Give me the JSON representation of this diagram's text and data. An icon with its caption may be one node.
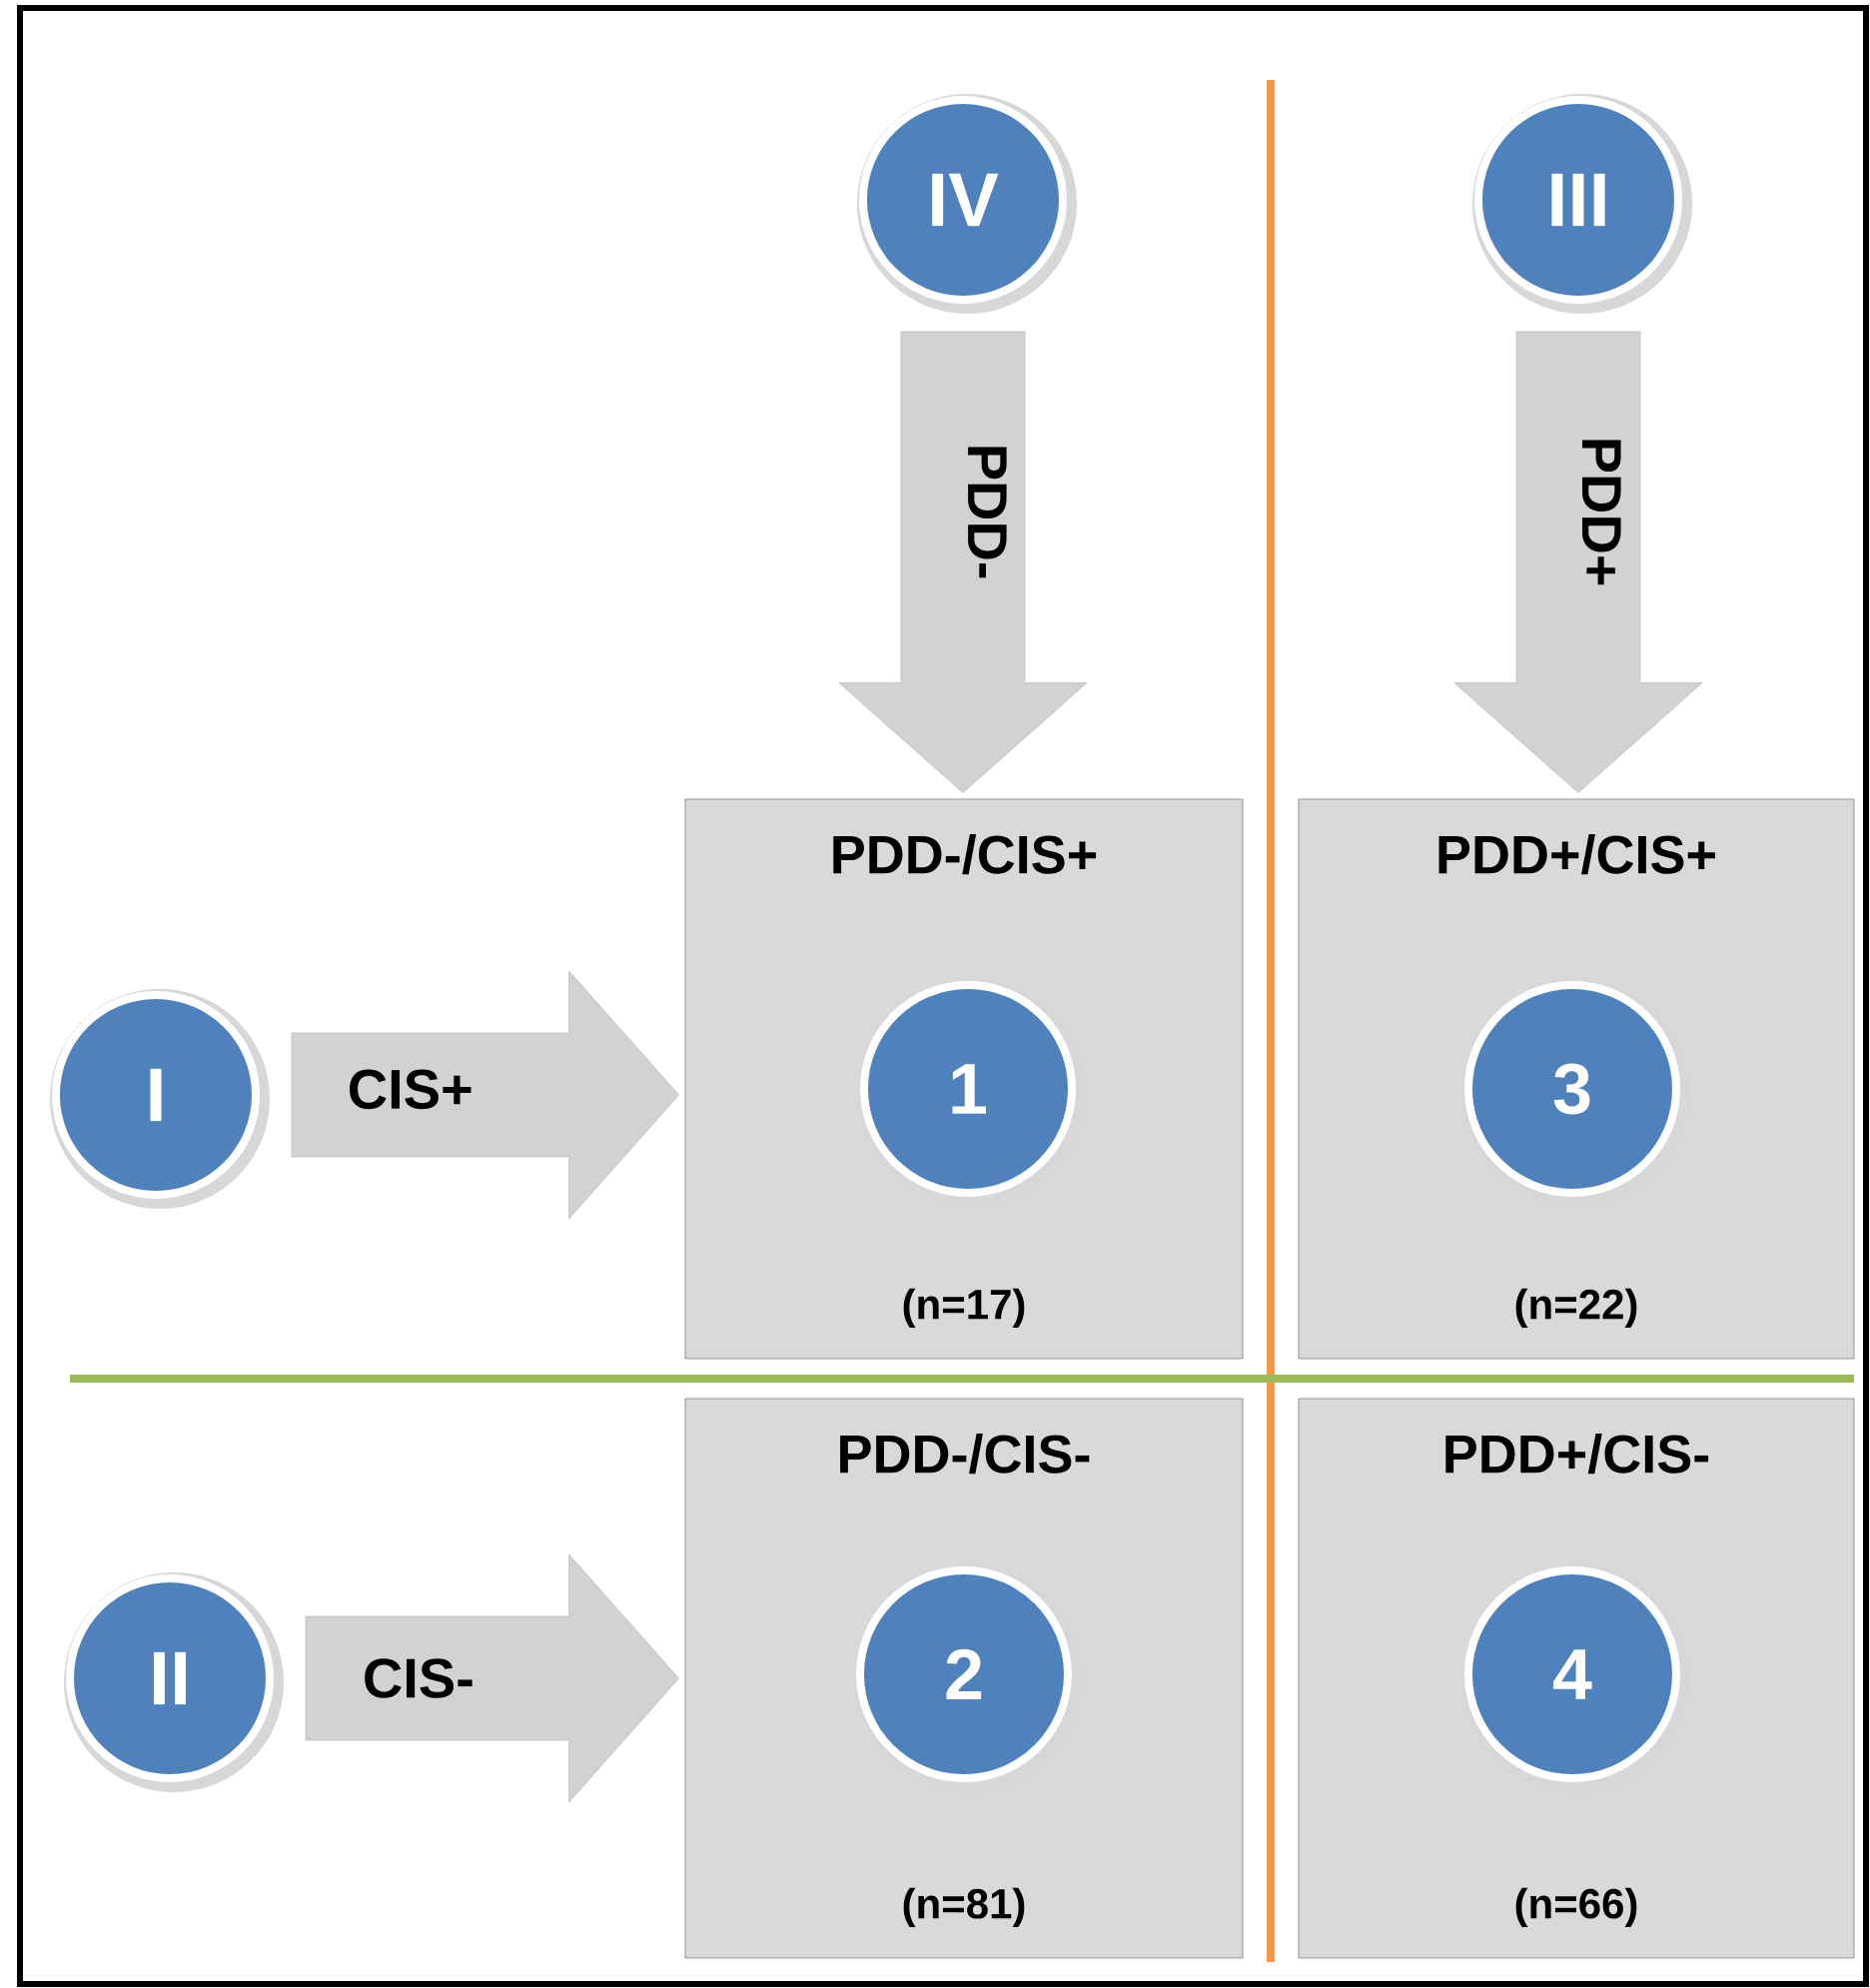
{
  "diagram": {
    "nodes": [
      {
        "text": [
          "IV"
        ]
      },
      {
        "text": [
          "III"
        ]
      },
      {
        "text": [
          "I"
        ]
      },
      {
        "text": [
          "PDD-/CIS+",
          "(n=17)"
        ]
      },
      {
        "text": [
          "1"
        ],
        "in": 3
      },
      {
        "text": [
          "PDD+/CIS+",
          "(n=22)"
        ]
      },
      {
        "text": [
          "3"
        ],
        "in": 5
      },
      {
        "text": [
          "II"
        ]
      },
      {
        "text": [
          "PDD-/CIS-",
          "(n=81)"
        ]
      },
      {
        "text": [
          "2"
        ],
        "in": 8
      },
      {
        "text": [
          "PDD+/CIS-",
          "(n=66)"
        ]
      },
      {
        "text": [
          "4"
        ],
        "in": 10
      }
    ],
    "edges": [
      {
        "from": 0,
        "to": 3,
        "arrow": "to",
        "label": "PDD-"
      },
      {
        "from": 1,
        "to": 5,
        "arrow": "to",
        "label": "PDD+"
      },
      {
        "from": 2,
        "to": 3,
        "arrow": "to",
        "label": "CIS+"
      },
      {
        "from": 7,
        "to": 8,
        "arrow": "to",
        "label": "CIS-"
      }
    ]
  }
}
